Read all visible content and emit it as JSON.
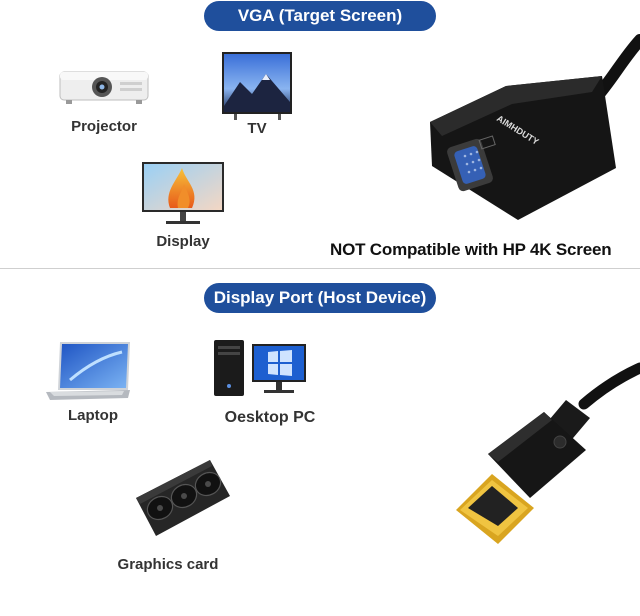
{
  "top_section": {
    "title": "VGA (Target Screen)",
    "devices": [
      {
        "label": "Projector",
        "icon": "projector-icon"
      },
      {
        "label": "TV",
        "icon": "tv-icon"
      },
      {
        "label": "Display",
        "icon": "monitor-icon"
      }
    ],
    "adapter_brand": "AIMHDUTY",
    "notice": "NOT Compatible with HP 4K Screen"
  },
  "bottom_section": {
    "title": "Display Port (Host Device)",
    "devices": [
      {
        "label": "Laptop",
        "icon": "laptop-icon"
      },
      {
        "label": "Oesktop PC",
        "icon": "desktop-pc-icon"
      },
      {
        "label": "Graphics card",
        "icon": "graphics-card-icon"
      }
    ]
  },
  "colors": {
    "pill_blue": "#1f4f9c",
    "connector_gold": "#d9a520",
    "cable_black": "#111111"
  }
}
